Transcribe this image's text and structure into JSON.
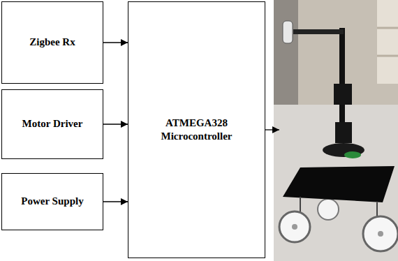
{
  "diagram": {
    "nodes": [
      {
        "text": [
          "Zigbee Rx"
        ]
      },
      {
        "text": [
          "Motor Driver"
        ]
      },
      {
        "text": [
          "Power Supply"
        ]
      },
      {
        "text": [
          "ATMEGA328 Microcontroller"
        ]
      }
    ],
    "edges": [
      {
        "from": 0,
        "to": 3,
        "arrow": "to"
      },
      {
        "from": 1,
        "to": 3,
        "arrow": "to"
      },
      {
        "from": 2,
        "to": 3,
        "arrow": "to"
      }
    ]
  }
}
